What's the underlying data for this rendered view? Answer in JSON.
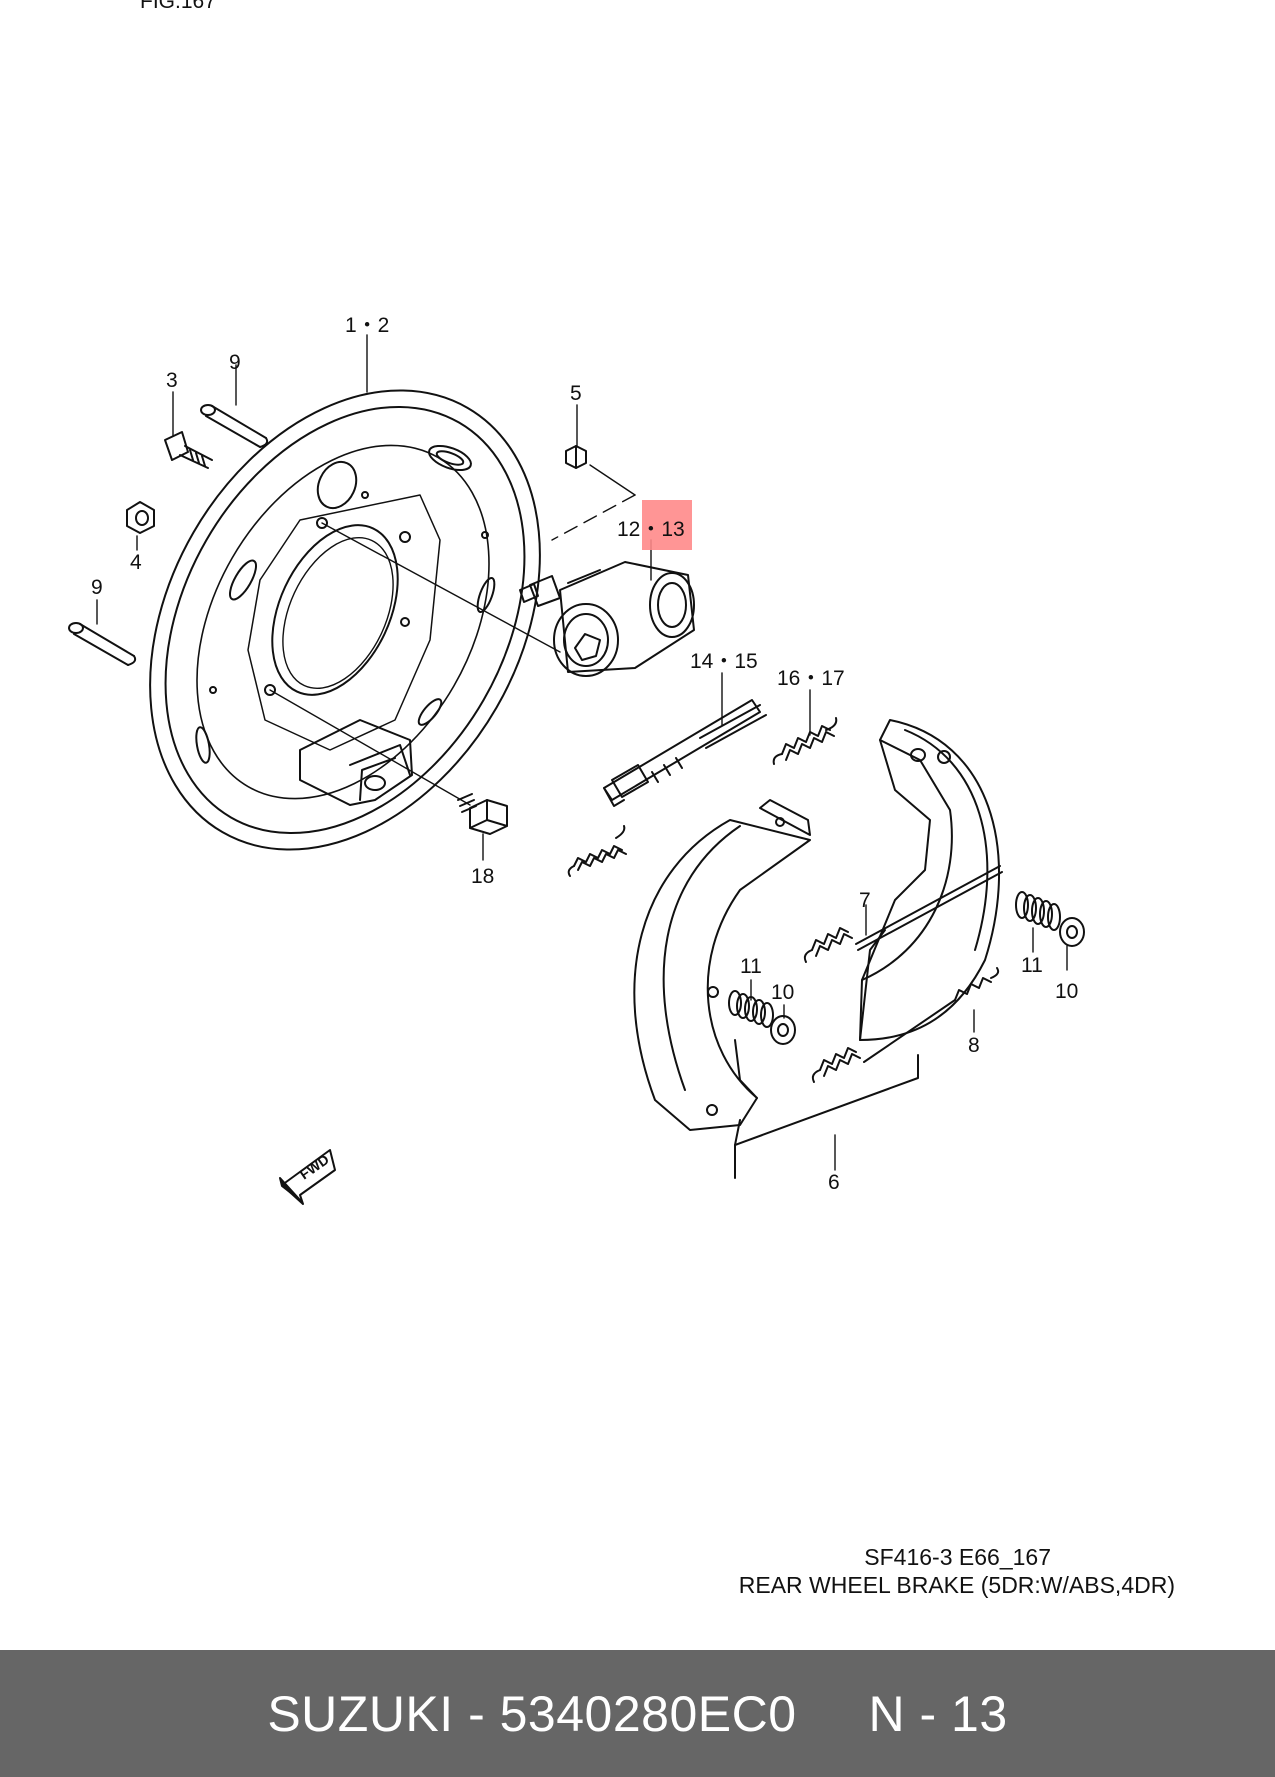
{
  "top_fragment": "FIG.167",
  "callouts": {
    "c1_2": "1・2",
    "c3": "3",
    "c4": "4",
    "c5": "5",
    "c6": "6",
    "c7": "7",
    "c8": "8",
    "c9a": "9",
    "c9b": "9",
    "c10a": "10",
    "c10b": "10",
    "c11a": "11",
    "c11b": "11",
    "c12_13": "12・13",
    "c14_15": "14・15",
    "c16_17": "16・17",
    "c18": "18"
  },
  "highlight": {
    "callout": "12・13",
    "color": "#ff8a8a"
  },
  "fwd_arrow": {
    "label": "FWD",
    "icon": "fwd-arrow-icon"
  },
  "caption": {
    "code": "SF416-3 E66_167",
    "title": "REAR WHEEL BRAKE (5DR:W/ABS,4DR)"
  },
  "footer": {
    "text": "SUZUKI - 5340280EC0     N - 13",
    "background": "#666666",
    "color": "#ffffff"
  }
}
